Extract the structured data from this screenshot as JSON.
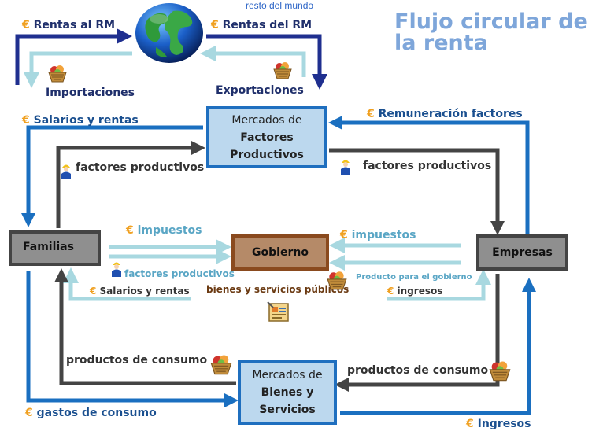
{
  "title": {
    "line1": "Flujo circular de",
    "line2": "la renta"
  },
  "world_label": "resto del mundo",
  "labels": {
    "rentas_rm": "€ Rentas al RM",
    "rentas_del_rm": "€ Rentas del RM",
    "importaciones": "Importaciones",
    "exportaciones": "Exportaciones",
    "salarios_rentas_top": "€ Salarios y rentas",
    "remuneracion": "€ Remuneración factores",
    "factores_left": "factores productivos",
    "factores_right": "factores productivos",
    "impuestos_left": "€ impuestos",
    "impuestos_right": "€ impuestos",
    "factores_small": "factores productivos",
    "salarios_small": "€ Salarios y rentas",
    "bienes_publicos": "bienes y servicios públicos",
    "producto_gobierno": "Producto para el gobierno",
    "ingresos_small": "€ ingresos",
    "consumo_left": "productos de consumo",
    "consumo_right": "productos de consumo",
    "gastos_consumo": "€ gastos de consumo",
    "ingresos_bottom": "€ Ingresos"
  },
  "boxes": {
    "factores": {
      "line1": "Mercados de",
      "line2": "Factores",
      "line3": "Productivos"
    },
    "familias": "Familias",
    "gobierno": "Gobierno",
    "empresas": "Empresas",
    "bienes": {
      "line1": "Mercados de",
      "line2": "Bienes y",
      "line3": "Servicios"
    }
  },
  "icons": [
    "globe-icon",
    "basket-icon",
    "worker-icon",
    "document-icon"
  ],
  "colors": {
    "navy": "#1f2f6b",
    "money_flow": "#1a6fc0",
    "real_flow": "#444444",
    "light_flow": "#a8d8e0",
    "title": "#7ea6da"
  }
}
